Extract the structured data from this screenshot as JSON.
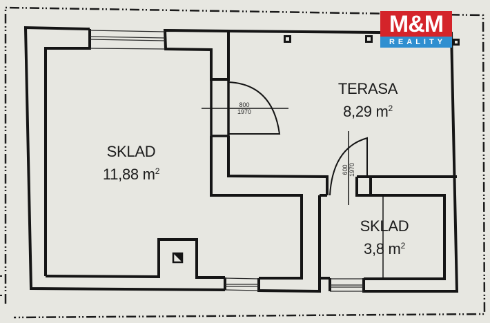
{
  "plan": {
    "type": "floor-plan",
    "rooms": [
      {
        "name": "SKLAD",
        "area": "11,88 m",
        "unit_sup": "2"
      },
      {
        "name": "TERASA",
        "area": "8,29 m",
        "unit_sup": "2"
      },
      {
        "name": "SKLAD",
        "area": "3,8 m",
        "unit_sup": "2"
      }
    ],
    "doors": [
      {
        "width": "800",
        "height": "1970"
      },
      {
        "width": "600",
        "height": "1970"
      }
    ]
  },
  "logo": {
    "brand": "M&M",
    "sub": "REALITY",
    "brand_color": "#d4242a",
    "sub_color": "#2f8fd0"
  },
  "colors": {
    "paper": "#e7e7e1",
    "line": "#151515"
  }
}
